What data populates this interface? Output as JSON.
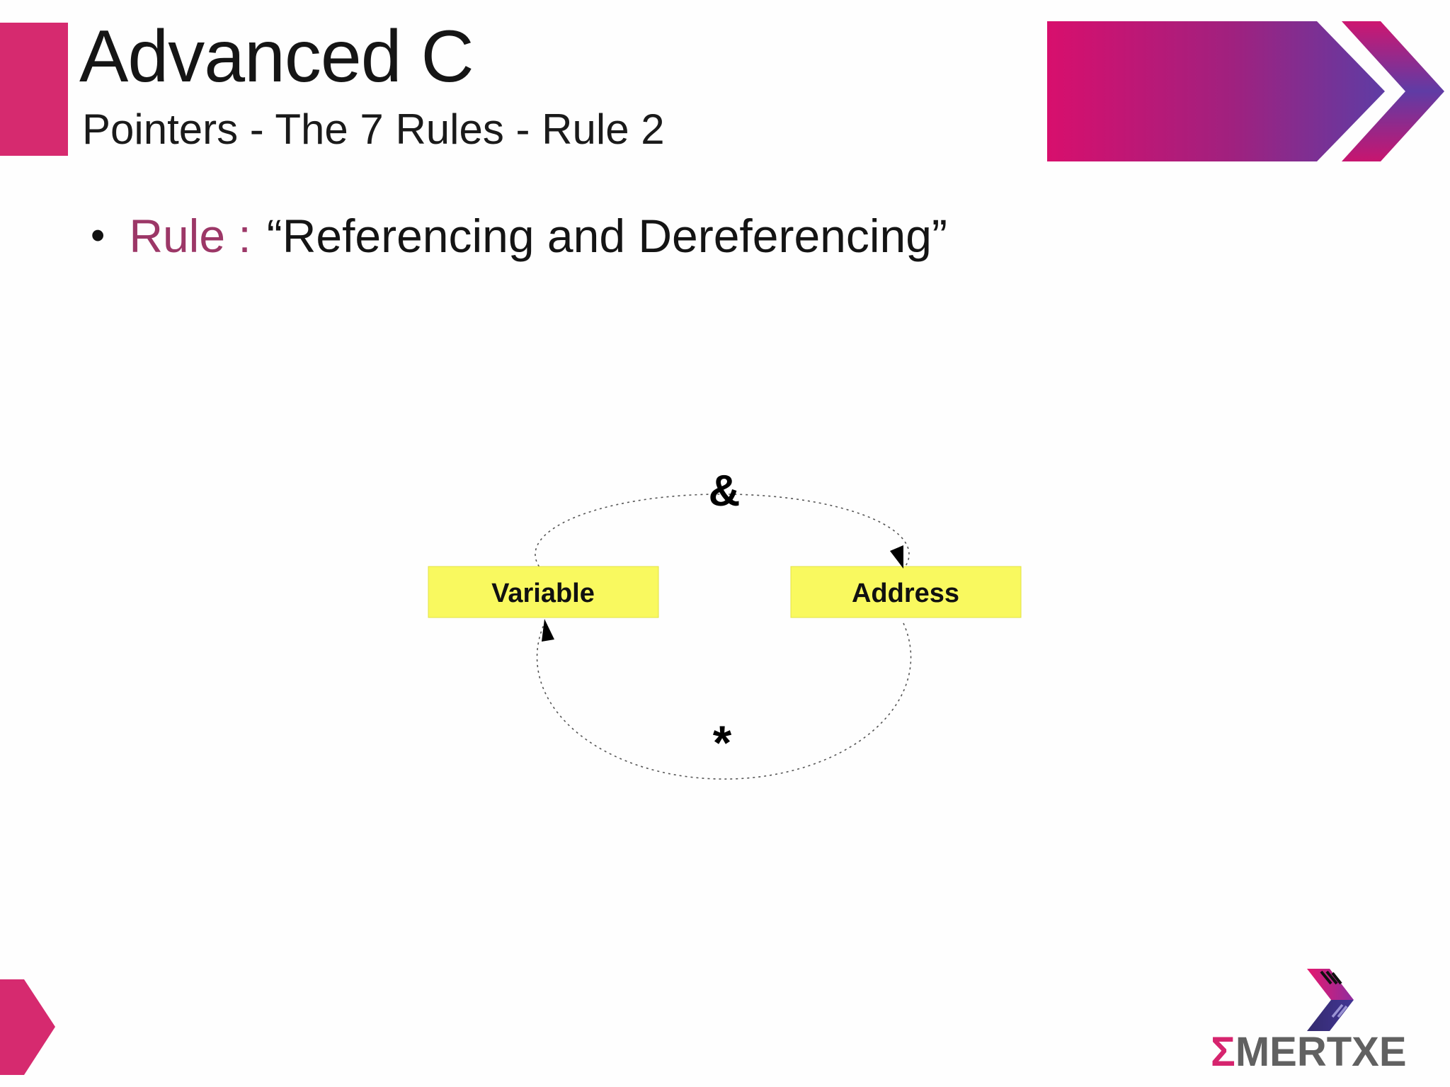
{
  "slide": {
    "title": "Advanced C",
    "subtitle": "Pointers - The 7 Rules - Rule 2",
    "bullet": {
      "marker": "•",
      "label": "Rule :",
      "text": "“Referencing and Dereferencing”"
    }
  },
  "diagram": {
    "left_box_label": "Variable",
    "right_box_label": "Address",
    "reference_operator": "&",
    "dereference_operator": "*"
  },
  "logo": {
    "sigma": "Σ",
    "name": "MERTXE"
  },
  "colors": {
    "accent_pink": "#d62a6f",
    "header_gradient_start": "#d80f6d",
    "header_gradient_end": "#5e3ca4",
    "rule_label_color": "#9c3767",
    "diagram_box_yellow": "#f9f95f",
    "logo_gray": "#616161",
    "logo_icon_dark": "#342b6e"
  }
}
